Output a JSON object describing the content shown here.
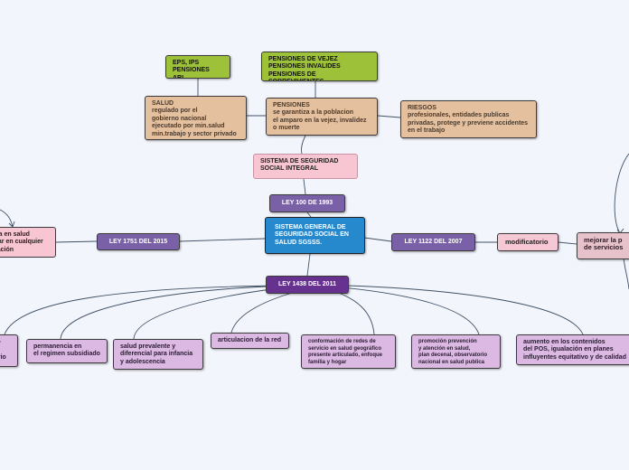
{
  "nodes": {
    "eps": "EPS, IPS\nPENSIONES ARL",
    "pensiones_vejez": "PENSIONES DE VEJEZ\nPENSIONES INVALIDES\nPENSIONES DE SOBREVIVIENTES",
    "salud": "SALUD\nregulado por el\ngobierno nacional\nejecutado por min.salud\nmin.trabajo y sector privado",
    "pensiones": "PENSIONES\nse garantiza a la poblacion\nel amparo en la vejez, invalidez\no muerte",
    "riesgos": "RIESGOS\nprofesionales, entidades publicas\nprivadas, protege y previene accidentes\nen el trabajo",
    "sistema_integral": "SISTEMA DE SEGURIDAD\nSOCIAL INTEGRAL",
    "ley_100": "LEY 100 DE 1993",
    "sistema_general": "SISTEMA GENERAL DE\nSEGURIDAD SOCIAL EN\nSALUD SGSSS.",
    "ley_1751": "LEY 1751 DEL 2015",
    "left_pink": "ria en salud\ncar en cualquier\nración",
    "ley_1122": "LEY 1122 DEL 2007",
    "modificatorio": "modificatorio",
    "mejorar": "mejorar la p\nde servicios",
    "ley_1438": "LEY 1438 DEL 2011",
    "leaf_cut": "to\na\nario",
    "permanencia": "permanencia en\nel regimen subsidiado",
    "salud_prevalente": "salud prevalente y\ndiferencial para infancia\ny adolescencia",
    "articulacion": "articulacion de la red",
    "conformacion": "conformación de redes de\nservicio en salud geográfico\npresente articulado, enfoque\nfamilia y hogar",
    "promocion": "promoción prevención\ny atención en salud,\nplan decenal, observatorio\nnacional en salud publica",
    "aumento": "aumento en los contenidos\ndel POS, igualación en planes\ninfluyentes equitativo y de calidad"
  },
  "colors": {
    "background": "#f2f5fb",
    "green": "#9ec13a",
    "tan": "#e4c09f",
    "pink": "#f7c6d2",
    "purple": "#7a60a6",
    "dark_purple": "#67318f",
    "blue": "#2789cd",
    "lavender": "#dbb9e2",
    "connector": "#3f5066"
  }
}
